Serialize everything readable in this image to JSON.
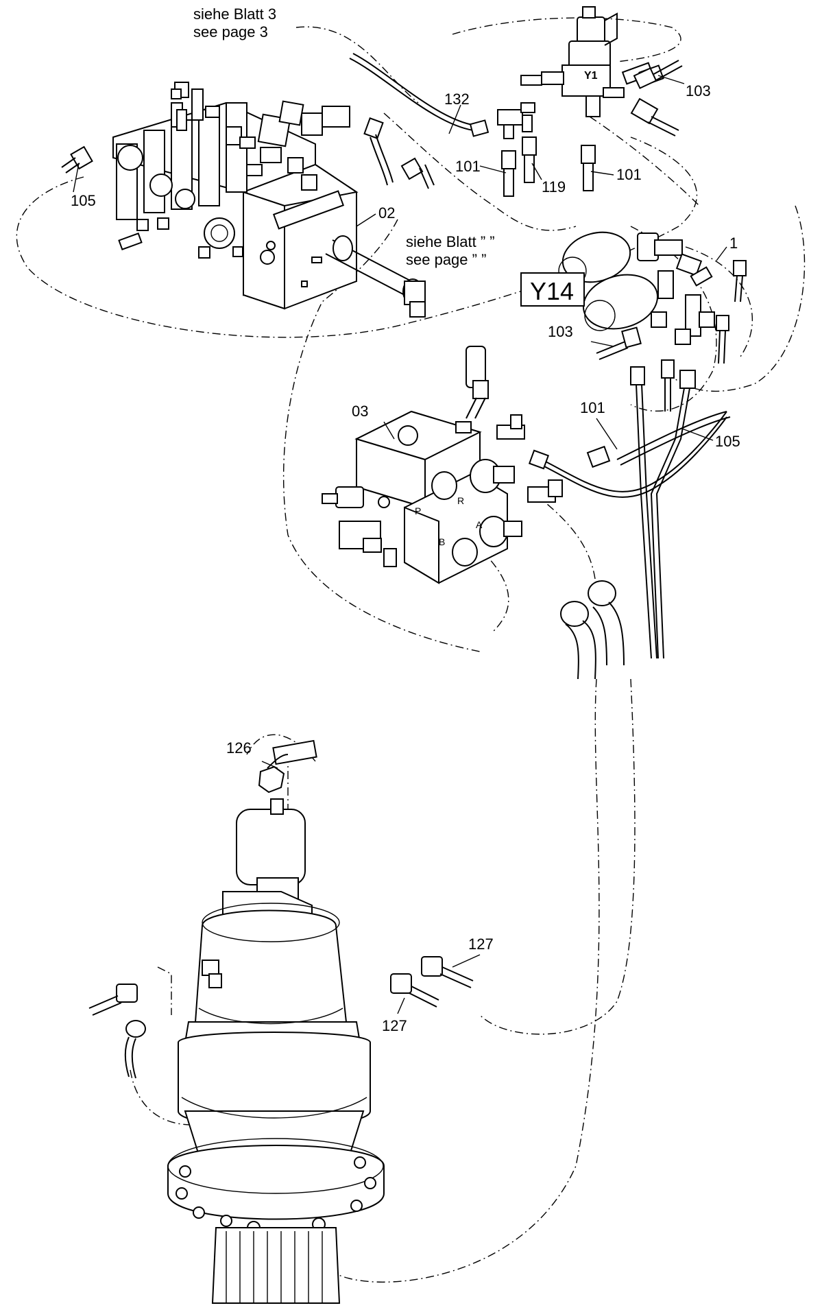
{
  "notes": {
    "top_de": "siehe Blatt 3",
    "top_en": "see page 3",
    "mid_de": "siehe Blatt ”  ”",
    "mid_en": "see page ”  ”"
  },
  "badge": {
    "text": "Y14"
  },
  "valve_marking": "Y1",
  "port_letters": [
    "P",
    "R",
    "B",
    "A"
  ],
  "callouts": [
    {
      "id": "c132",
      "text": "132"
    },
    {
      "id": "c103a",
      "text": "103"
    },
    {
      "id": "c105a",
      "text": "105"
    },
    {
      "id": "c101a",
      "text": "101"
    },
    {
      "id": "c119",
      "text": "119"
    },
    {
      "id": "c101b",
      "text": "101"
    },
    {
      "id": "c02",
      "text": "02"
    },
    {
      "id": "c1",
      "text": "1"
    },
    {
      "id": "c103b",
      "text": "103"
    },
    {
      "id": "c03",
      "text": "03"
    },
    {
      "id": "c101c",
      "text": "101"
    },
    {
      "id": "c105b",
      "text": "105"
    },
    {
      "id": "c126",
      "text": "126"
    },
    {
      "id": "c127a",
      "text": "127"
    },
    {
      "id": "c127b",
      "text": "127"
    }
  ]
}
